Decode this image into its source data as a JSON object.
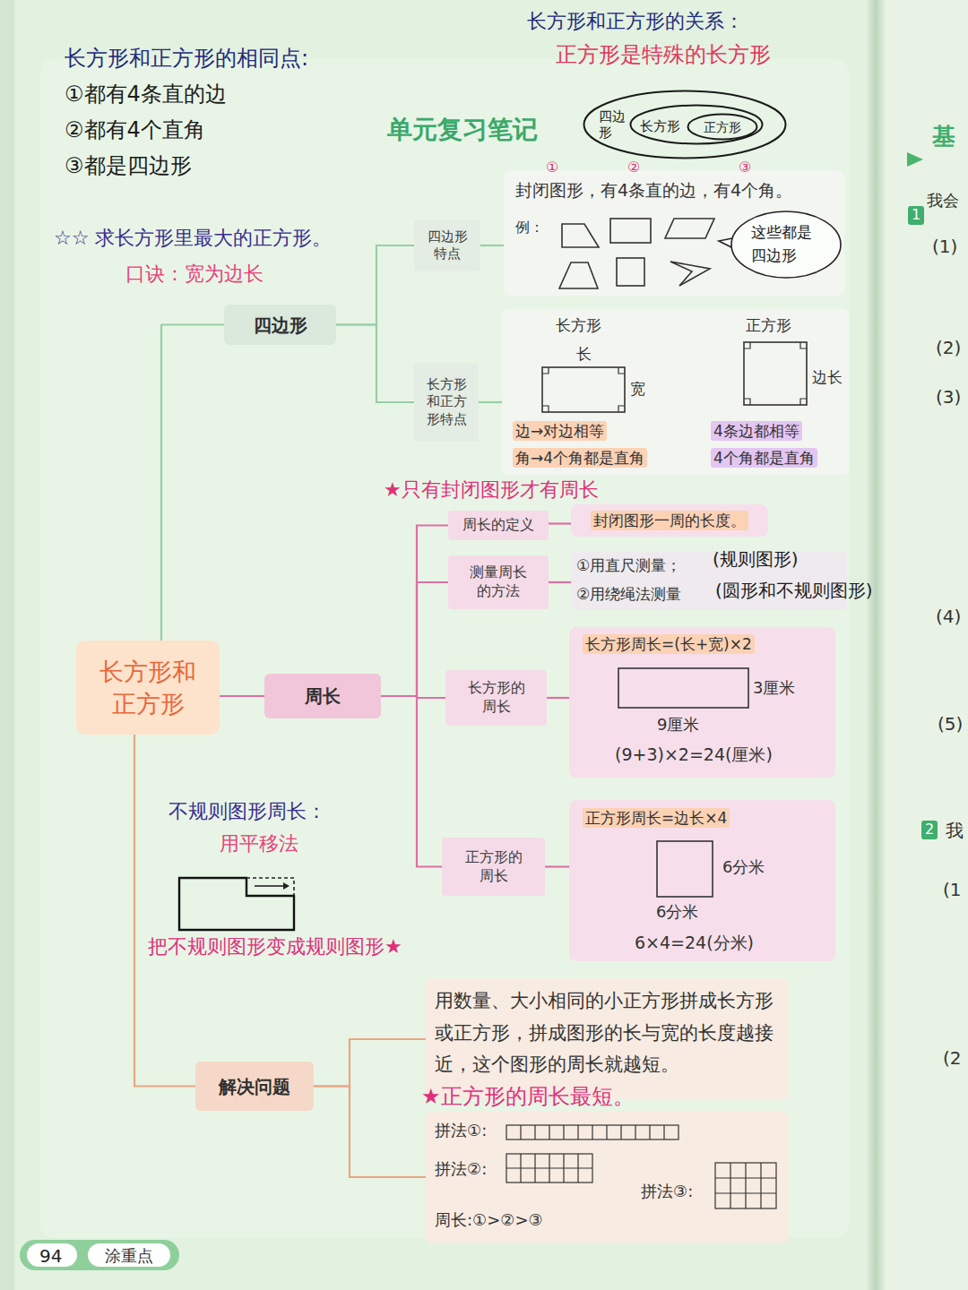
{
  "diagram": {
    "title": "单元复习笔记",
    "nodes": [
      {
        "text": [
          "长方形和正方形"
        ]
      },
      {
        "text": [
          "四边形"
        ]
      },
      {
        "text": [
          "四边形特点"
        ]
      },
      {
        "text": [
          "封闭图形，有4条直的边，有4个角。",
          "例："
        ]
      },
      {
        "text": [
          "这些都是四边形"
        ],
        "in": 3
      },
      {
        "text": [
          "长方形和正方形特点"
        ]
      },
      {
        "text": [
          "长方形",
          "长",
          "宽",
          "边→对边相等",
          "角→4个角都是直角",
          "正方形",
          "边长",
          "4条边都相等",
          "4个角都是直角"
        ]
      },
      {
        "text": [
          "周长"
        ]
      },
      {
        "text": [
          "周长的定义"
        ]
      },
      {
        "text": [
          "封闭图形一周的长度。"
        ]
      },
      {
        "text": [
          "测量周长的方法"
        ]
      },
      {
        "text": [
          "①用直尺测量；",
          "②用绕绳法测量"
        ]
      },
      {
        "text": [
          "长方形的周长"
        ]
      },
      {
        "text": [
          "长方形周长=(长+宽)×2",
          "3厘米",
          "9厘米",
          "(9+3)×2=24(厘米)"
        ]
      },
      {
        "text": [
          "正方形的周长"
        ]
      },
      {
        "text": [
          "正方形周长=边长×4",
          "6分米",
          "6分米",
          "6×4=24(分米)"
        ]
      },
      {
        "text": [
          "解决问题"
        ]
      },
      {
        "text": [
          "用数量、大小相同的小正方形拼成长方形或正方形，拼成图形的长与宽的长度越接近，这个图形的周长就越短。"
        ]
      },
      {
        "text": [
          "拼法①:",
          "拼法②:",
          "拼法③:",
          "周长:①>②>③"
        ]
      },
      {
        "text": [
          "四边形"
        ]
      },
      {
        "text": [
          "长方形"
        ],
        "in": 19
      },
      {
        "text": [
          "正方形"
        ],
        "in": 20
      }
    ],
    "edges": [
      {
        "from": 0,
        "to": 1,
        "arrow": "none"
      },
      {
        "from": 0,
        "to": 7,
        "arrow": "none"
      },
      {
        "from": 0,
        "to": 16,
        "arrow": "none"
      },
      {
        "from": 1,
        "to": 2,
        "arrow": "none"
      },
      {
        "from": 1,
        "to": 5,
        "arrow": "none"
      },
      {
        "from": 2,
        "to": 3,
        "arrow": "none"
      },
      {
        "from": 5,
        "to": 6,
        "arrow": "none"
      },
      {
        "from": 7,
        "to": 8,
        "arrow": "none"
      },
      {
        "from": 7,
        "to": 10,
        "arrow": "none"
      },
      {
        "from": 7,
        "to": 12,
        "arrow": "none"
      },
      {
        "from": 7,
        "to": 14,
        "arrow": "none"
      },
      {
        "from": 8,
        "to": 9,
        "arrow": "none"
      },
      {
        "from": 10,
        "to": 11,
        "arrow": "none"
      },
      {
        "from": 12,
        "to": 13,
        "arrow": "none"
      },
      {
        "from": 14,
        "to": 15,
        "arrow": "none"
      },
      {
        "from": 16,
        "to": 17,
        "arrow": "none"
      },
      {
        "from": 16,
        "to": 18,
        "arrow": "none"
      }
    ],
    "labels": [
      "长方形和正方形的相同点:",
      "①都有4条直的边",
      "②都有4个直角",
      "③都是四边形",
      "长方形和正方形的关系：",
      "正方形是特殊的长方形",
      "①",
      "②",
      "③",
      "☆☆ 求长方形里最大的正方形。",
      "口诀：宽为边长",
      "★只有封闭图形才有周长",
      "(规则图形)",
      "(圆形和不规则图形)",
      "不规则图形周长：",
      "用平移法",
      "把不规则图形变成规则图形★",
      "★正方形的周长最短。",
      "94",
      "涂重点",
      "基",
      "1",
      "我会",
      "(1)",
      "(2)",
      "(3)",
      "(4)",
      "(5)",
      "2",
      "我",
      "(1",
      "(2"
    ]
  }
}
